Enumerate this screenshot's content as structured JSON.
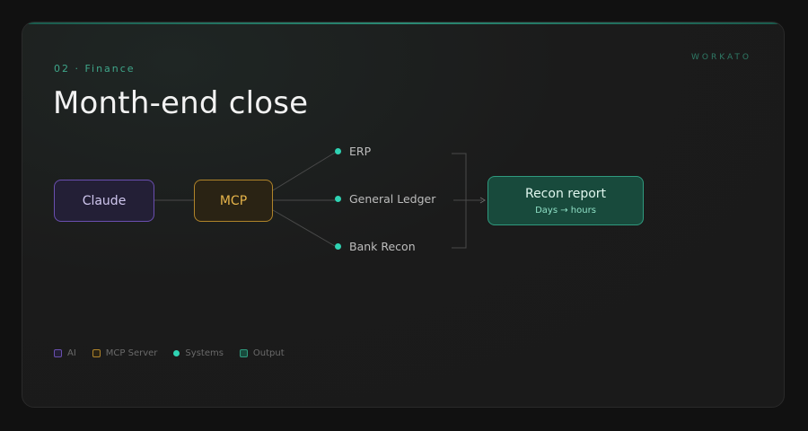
{
  "brand": "WORKATO",
  "eyebrow": "02 · Finance",
  "title": "Month-end close",
  "nodes": {
    "ai": "Claude",
    "mcp": "MCP",
    "systems": [
      "ERP",
      "General Ledger",
      "Bank Recon"
    ],
    "output": {
      "title": "Recon report",
      "subtitle": "Days → hours"
    }
  },
  "legend": {
    "ai": "AI",
    "mcp": "MCP Server",
    "systems": "Systems",
    "output": "Output"
  },
  "colors": {
    "ai": "#6a4fb0",
    "mcp": "#b0842a",
    "system_dot": "#2fd3b3",
    "output": "#2f9a7e",
    "accent": "#3fa68a"
  }
}
